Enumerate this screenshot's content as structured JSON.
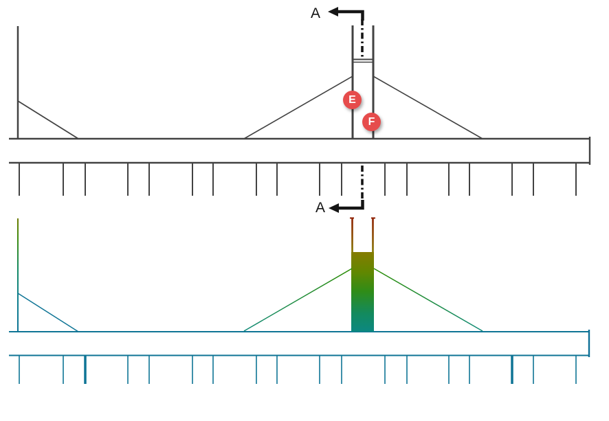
{
  "section_markers": {
    "top_label": "A",
    "bottom_label": "A"
  },
  "callouts": {
    "e_label": "E",
    "f_label": "F",
    "badge_color": "#e64c4c"
  },
  "drawing": {
    "description": "elevation line drawing of pile-supported deck with central tower and stays",
    "line_color": "#424242",
    "section_line_color": "#151515",
    "pile_x": [
      28,
      92,
      124,
      186,
      217,
      280,
      310,
      373,
      403,
      465,
      497,
      560,
      592,
      653,
      683,
      745,
      776,
      838
    ]
  },
  "contour": {
    "description": "color contour result view of the same structure",
    "deck_color": "#0e7495",
    "thick_pile_x": [
      124,
      745
    ],
    "tower_gradient": [
      "#8e1f00",
      "#8c4d00",
      "#857c00",
      "#628700",
      "#2f8c18",
      "#138a5e",
      "#0c8880"
    ],
    "mast_gradient": [
      "#6e7c00",
      "#3f8c10",
      "#148a63",
      "#0e7495"
    ],
    "cable_gradient": [
      "#2a8c00",
      "#0f8a78"
    ]
  }
}
